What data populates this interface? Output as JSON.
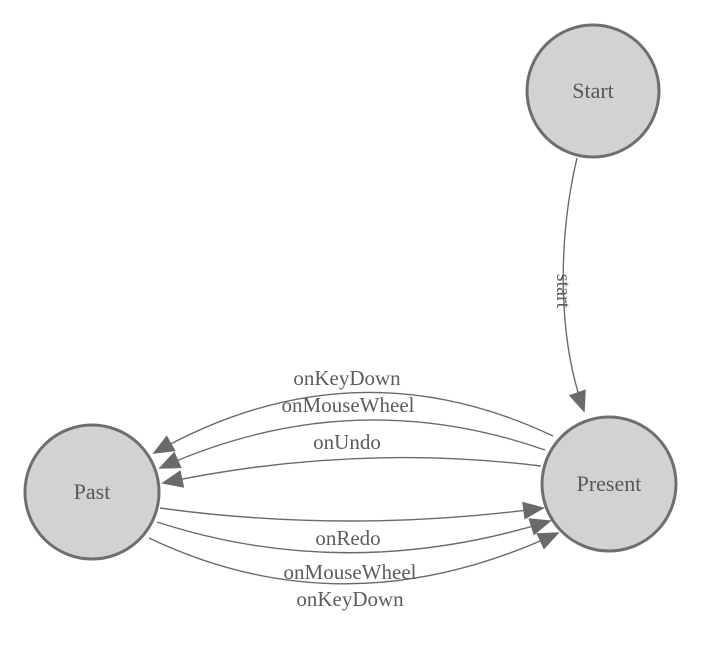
{
  "diagram": {
    "kind": "state-machine-diagram",
    "colors": {
      "background": "#ffffff",
      "node_fill": "#d2d2d2",
      "node_border": "#6e6e6e",
      "edge": "#6a6a6a",
      "arrow": "#6a6a6a",
      "node_label": "#55585c",
      "edge_label": "#5c5c5c"
    },
    "nodes": [
      {
        "id": "start",
        "label": "Start"
      },
      {
        "id": "present",
        "label": "Present"
      },
      {
        "id": "past",
        "label": "Past"
      }
    ],
    "edges": [
      {
        "from": "start",
        "to": "present",
        "label": "start"
      },
      {
        "from": "present",
        "to": "past",
        "label": "onKeyDown"
      },
      {
        "from": "present",
        "to": "past",
        "label": "onMouseWheel"
      },
      {
        "from": "present",
        "to": "past",
        "label": "onUndo"
      },
      {
        "from": "past",
        "to": "present",
        "label": "onRedo"
      },
      {
        "from": "past",
        "to": "present",
        "label": "onMouseWheel"
      },
      {
        "from": "past",
        "to": "present",
        "label": "onKeyDown"
      }
    ]
  }
}
